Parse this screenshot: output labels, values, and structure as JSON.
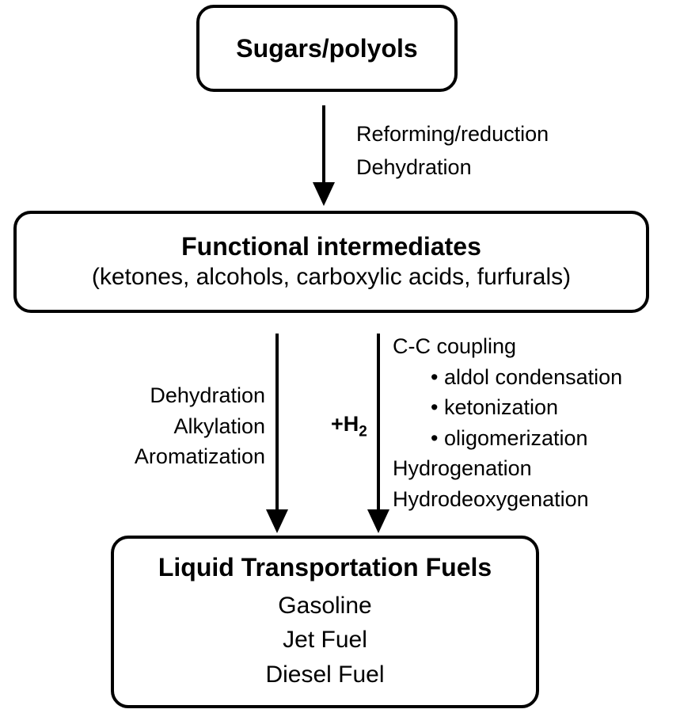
{
  "nodes": {
    "sugars": {
      "title": "Sugars/polyols"
    },
    "intermediates": {
      "title": "Functional intermediates",
      "subtitle": "(ketones, alcohols, carboxylic acids, furfurals)"
    },
    "fuels": {
      "title": "Liquid Transportation Fuels",
      "items": [
        "Gasoline",
        "Jet Fuel",
        "Diesel Fuel"
      ]
    }
  },
  "edges": {
    "top": {
      "labels": [
        "Reforming/reduction",
        "Dehydration"
      ]
    },
    "left": {
      "labels": [
        "Dehydration",
        "Alkylation",
        "Aromatization"
      ]
    },
    "right": {
      "h2_label": "+H",
      "h2_subscript": "2",
      "labels": [
        "C-C coupling",
        "• aldol condensation",
        "• ketonization",
        "• oligomerization",
        "Hydrogenation",
        "Hydrodeoxygenation"
      ]
    }
  }
}
